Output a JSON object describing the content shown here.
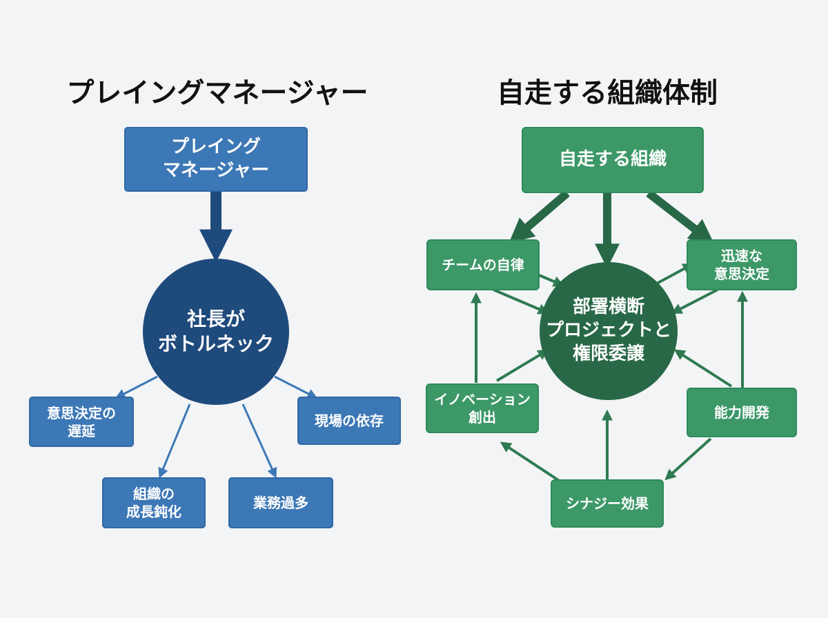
{
  "left": {
    "heading": "プレイングマネージャー",
    "top_box": "プレイング\nマネージャー",
    "center": "社長が\nボトルネック",
    "outcomes": {
      "decision_delay": "意思決定の\n遅延",
      "field_dependency": "現場の依存",
      "growth_dulled": "組織の\n成長鈍化",
      "overload": "業務過多"
    }
  },
  "right": {
    "heading": "自走する組織体制",
    "top_box": "自走する組織",
    "center": "部署横断\nプロジェクトと\n権限委譲",
    "nodes": {
      "team_autonomy": "チームの自律",
      "fast_decision": "迅速な\n意思決定",
      "innovation": "イノベーション\n創出",
      "capability": "能力開発",
      "synergy": "シナジー効果"
    }
  },
  "colors": {
    "blue_box": "#3d78b6",
    "navy": "#1f4a7c",
    "green_box": "#3d9868",
    "dark_green": "#286847"
  }
}
